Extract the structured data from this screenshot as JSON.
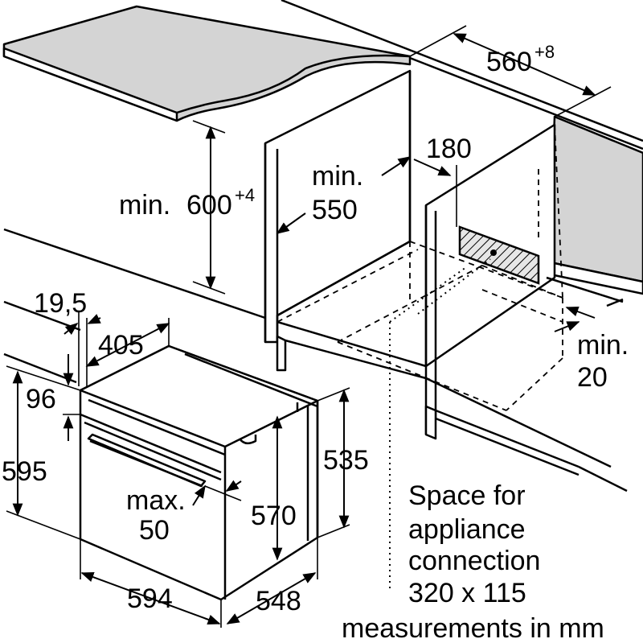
{
  "dims": {
    "depth_min": "min.",
    "depth_val": "600",
    "depth_tol": "+4",
    "niche_width": "560",
    "niche_tol": "+8",
    "niche_depth_min": "min.",
    "niche_depth_val": "550",
    "vent": "180",
    "side_min": "min.",
    "side_val": "20",
    "front_offset": "19,5",
    "panel_depth": "405",
    "top_gap": "96",
    "height_total": "595",
    "inner_height": "535",
    "body_height": "570",
    "handle_max": "max.",
    "handle_val": "50",
    "width": "594",
    "depth": "548"
  },
  "notes": {
    "connection_line1": "Space for",
    "connection_line2": "appliance",
    "connection_line3": "connection",
    "connection_line4": "320 x 115",
    "units": "measurements in mm"
  }
}
